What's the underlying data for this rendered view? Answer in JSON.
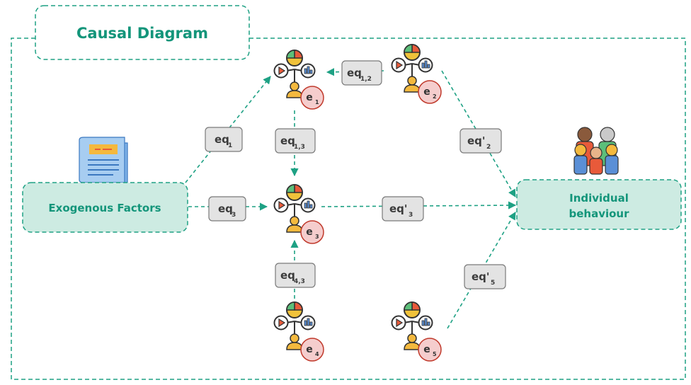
{
  "diagram": {
    "title": "Causal Diagram",
    "exogenous_label": "Exogenous Factors",
    "outcome_label": [
      "Individual",
      "behaviour"
    ],
    "colors": {
      "accent": "#13957a",
      "node_fill": "#cdebe2",
      "error_fill": "#f5cdcd",
      "error_stroke": "#c0392b",
      "label_fill": "#e3e3e3"
    },
    "icons": [
      "newspaper-icon",
      "decision-agent-icon",
      "family-group-icon"
    ],
    "agents": [
      {
        "id": "1",
        "error": "e",
        "error_sub": "1"
      },
      {
        "id": "2",
        "error": "e",
        "error_sub": "2"
      },
      {
        "id": "3",
        "error": "e",
        "error_sub": "3"
      },
      {
        "id": "4",
        "error": "e",
        "error_sub": "4"
      },
      {
        "id": "5",
        "error": "e",
        "error_sub": "5"
      }
    ],
    "edges": [
      {
        "id": "eq1",
        "base": "eq",
        "sub": "1"
      },
      {
        "id": "eq12",
        "base": "eq",
        "sub": "1,2"
      },
      {
        "id": "eq13",
        "base": "eq",
        "sub": "1,3"
      },
      {
        "id": "eq3",
        "base": "eq",
        "sub": "3"
      },
      {
        "id": "eq43",
        "base": "eq",
        "sub": "4,3"
      },
      {
        "id": "eqp2",
        "base": "eq'",
        "sub": "2"
      },
      {
        "id": "eqp3",
        "base": "eq'",
        "sub": "3"
      },
      {
        "id": "eqp5",
        "base": "eq'",
        "sub": "5"
      }
    ]
  }
}
